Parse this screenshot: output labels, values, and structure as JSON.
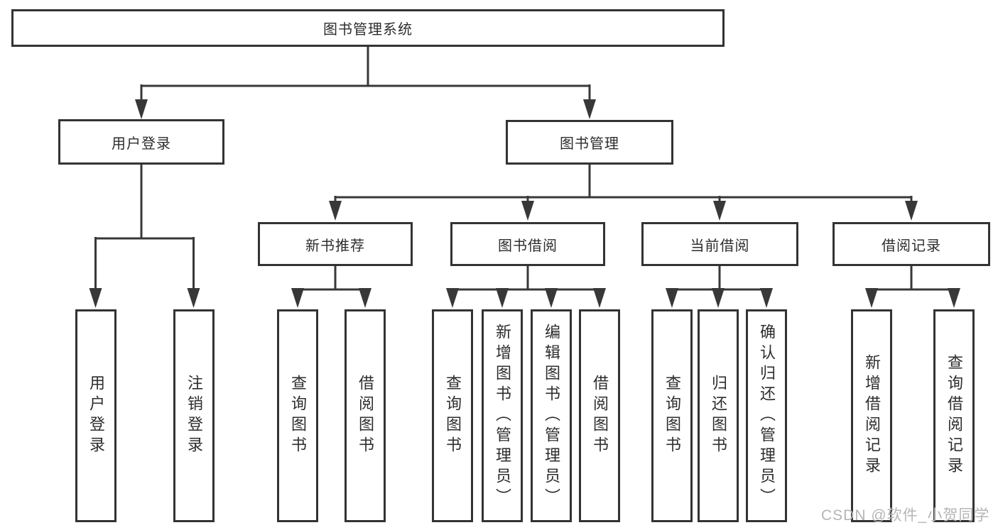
{
  "nodes": {
    "root": {
      "label": "图书管理系统"
    },
    "level2": [
      {
        "label": "用户登录"
      },
      {
        "label": "图书管理"
      }
    ],
    "level3": [
      {
        "label": "新书推荐"
      },
      {
        "label": "图书借阅"
      },
      {
        "label": "当前借阅"
      },
      {
        "label": "借阅记录"
      }
    ],
    "leaves": [
      {
        "label": "用户登录"
      },
      {
        "label": "注销登录"
      },
      {
        "label": "查询图书"
      },
      {
        "label": "借阅图书"
      },
      {
        "label": "查询图书"
      },
      {
        "label": "新增图书（管理员）"
      },
      {
        "label": "编辑图书（管理员）"
      },
      {
        "label": "借阅图书"
      },
      {
        "label": "查询图书"
      },
      {
        "label": "归还图书"
      },
      {
        "label": "确认归还（管理员）"
      },
      {
        "label": "新增借阅记录"
      },
      {
        "label": "查询借阅记录"
      }
    ]
  },
  "watermark": {
    "text": "CSDN @软件_小贺同学"
  },
  "colors": {
    "line": "#383838",
    "box_border": "#333333",
    "box_fill": "#ffffff",
    "text": "#2d2d2d",
    "watermark": "#b5b5b5",
    "background": "#ffffff"
  }
}
